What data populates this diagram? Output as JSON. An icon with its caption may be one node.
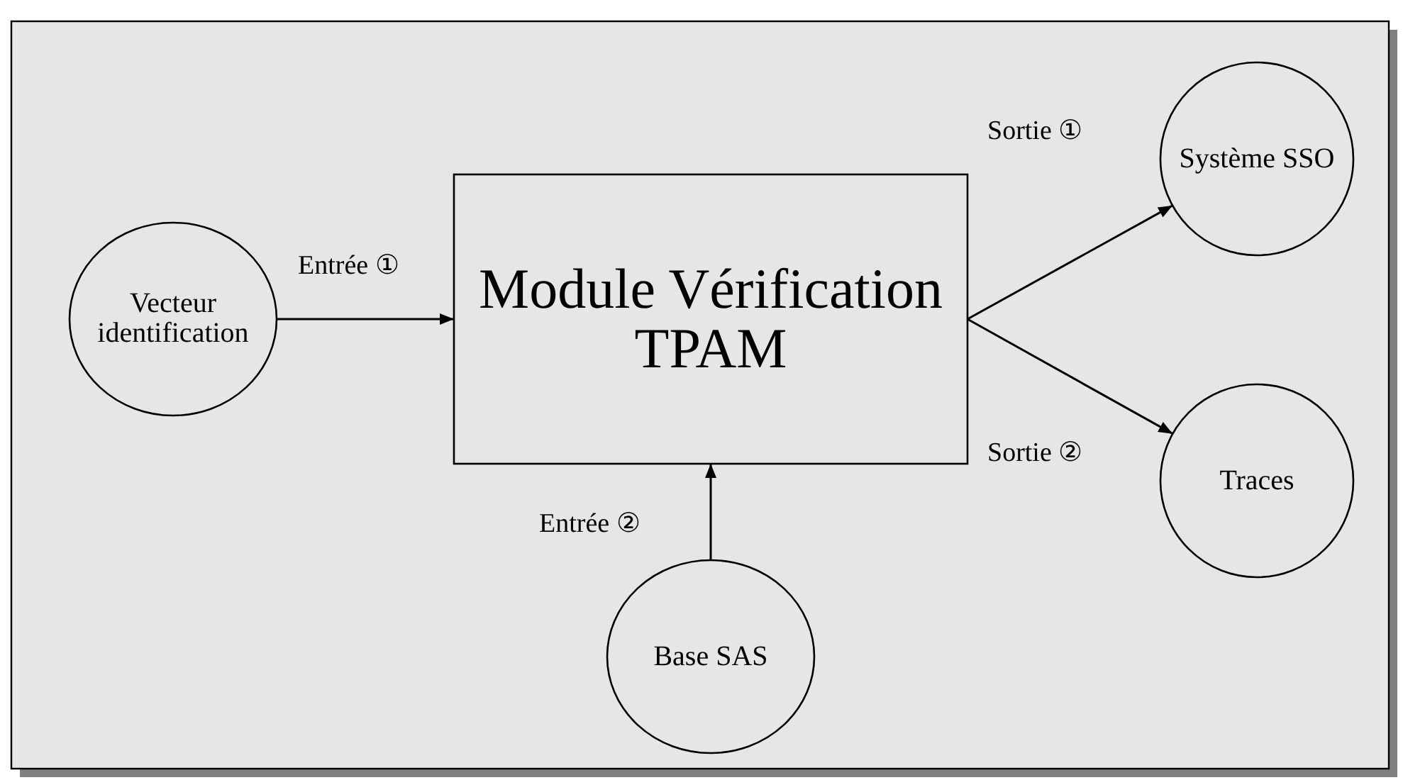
{
  "diagram": {
    "nodes": [
      {
        "text": [
          "Vecteur identification"
        ]
      },
      {
        "text": [
          "Module Vérification TPAM"
        ]
      },
      {
        "text": [
          "Système SSO"
        ]
      },
      {
        "text": [
          "Traces"
        ]
      },
      {
        "text": [
          "Base SAS"
        ]
      }
    ],
    "edges": [
      {
        "from": 0,
        "to": 1,
        "arrow": "to",
        "label": "Entrée ①"
      },
      {
        "from": 4,
        "to": 1,
        "arrow": "to",
        "label": "Entrée ②"
      },
      {
        "from": 1,
        "to": 2,
        "arrow": "to",
        "label": "Sortie ①"
      },
      {
        "from": 1,
        "to": 3,
        "arrow": "to",
        "label": "Sortie ②"
      }
    ]
  }
}
